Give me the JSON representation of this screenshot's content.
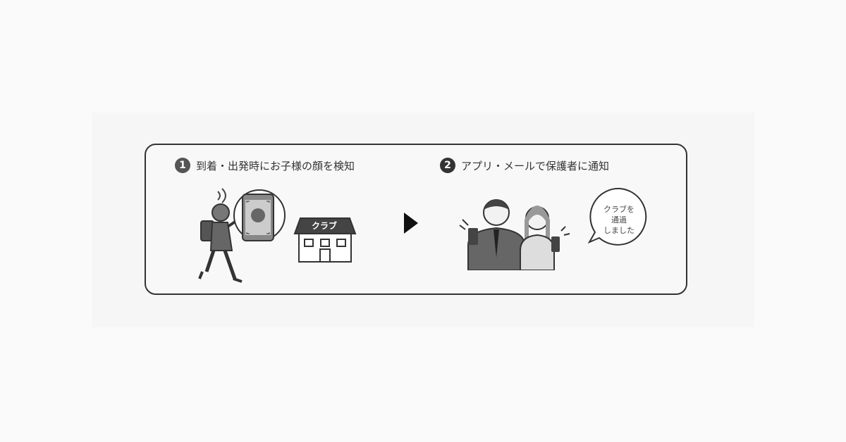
{
  "steps": [
    {
      "number": "1",
      "label": "到着・出発時にお子様の顔を検知"
    },
    {
      "number": "2",
      "label": "アプリ・メールで保護者に通知"
    }
  ],
  "club_sign": "クラブ",
  "notification_bubble": {
    "line1": "クラブを",
    "line2": "通過",
    "line3": "しました"
  }
}
